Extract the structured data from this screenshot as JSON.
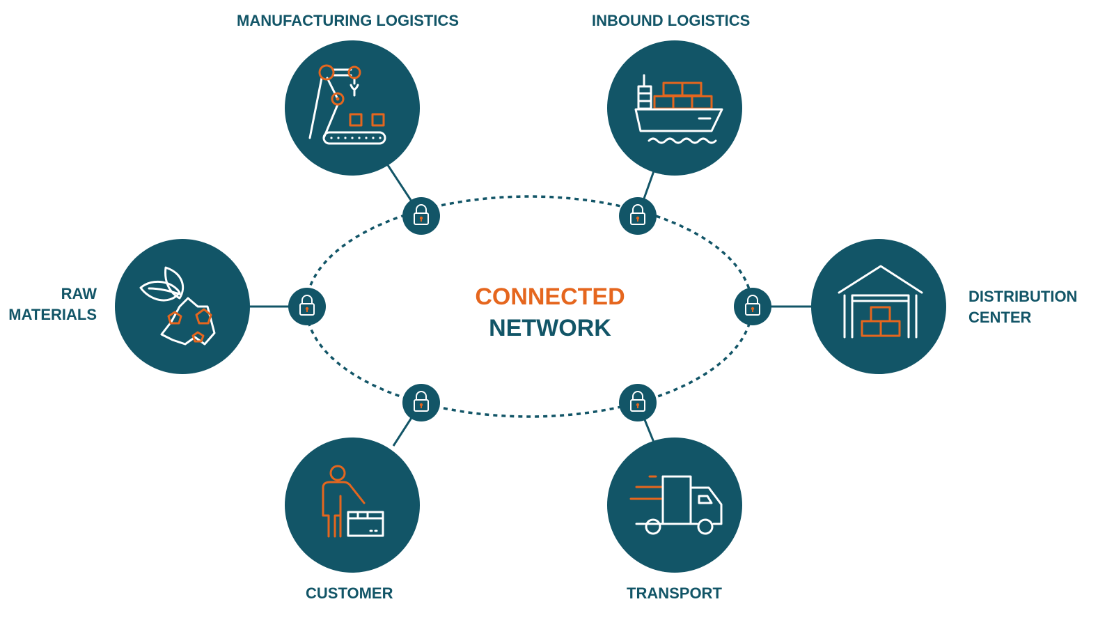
{
  "center": {
    "line1": "CONNECTED",
    "line2": "NETWORK"
  },
  "nodes": {
    "manufacturing": {
      "label": "MANUFACTURING LOGISTICS",
      "icon": "robotic-arm-conveyor-icon"
    },
    "inbound": {
      "label": "INBOUND LOGISTICS",
      "icon": "cargo-ship-icon"
    },
    "raw_materials": {
      "label_line1": "RAW",
      "label_line2": "MATERIALS",
      "icon": "leaves-and-minerals-icon"
    },
    "distribution": {
      "label_line1": "DISTRIBUTION",
      "label_line2": "CENTER",
      "icon": "warehouse-icon"
    },
    "customer": {
      "label": "CUSTOMER",
      "icon": "person-with-box-icon"
    },
    "transport": {
      "label": "TRANSPORT",
      "icon": "delivery-truck-icon"
    }
  },
  "colors": {
    "teal": "#125567",
    "orange": "#e5661e",
    "white": "#ffffff"
  }
}
